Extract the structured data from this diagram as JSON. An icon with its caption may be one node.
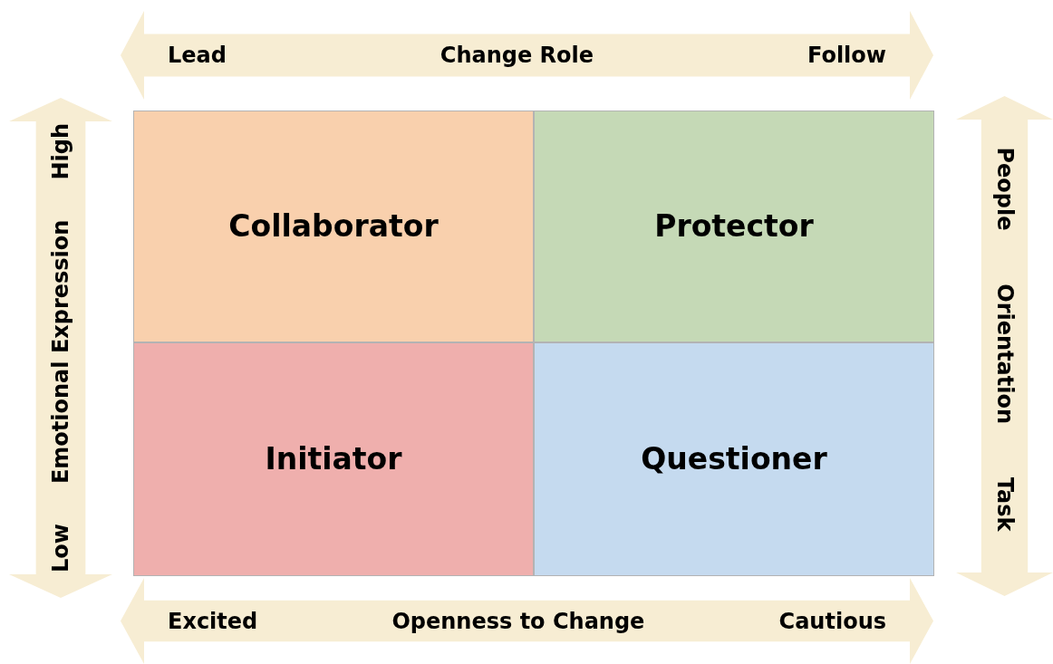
{
  "diagram": {
    "nodes": [
      {
        "text": [
          "Lead",
          "Change Role",
          "Follow"
        ]
      },
      {
        "text": [
          "Low",
          "Emotional Expression",
          "High"
        ]
      },
      {
        "text": [
          "Collaborator"
        ]
      },
      {
        "text": [
          "Protector"
        ]
      },
      {
        "text": [
          "People",
          "Orientation",
          "Task"
        ]
      },
      {
        "text": [
          "Initiator"
        ]
      },
      {
        "text": [
          "Questioner"
        ]
      },
      {
        "text": [
          "Excited",
          "Openness to Change",
          "Cautious"
        ]
      }
    ]
  }
}
